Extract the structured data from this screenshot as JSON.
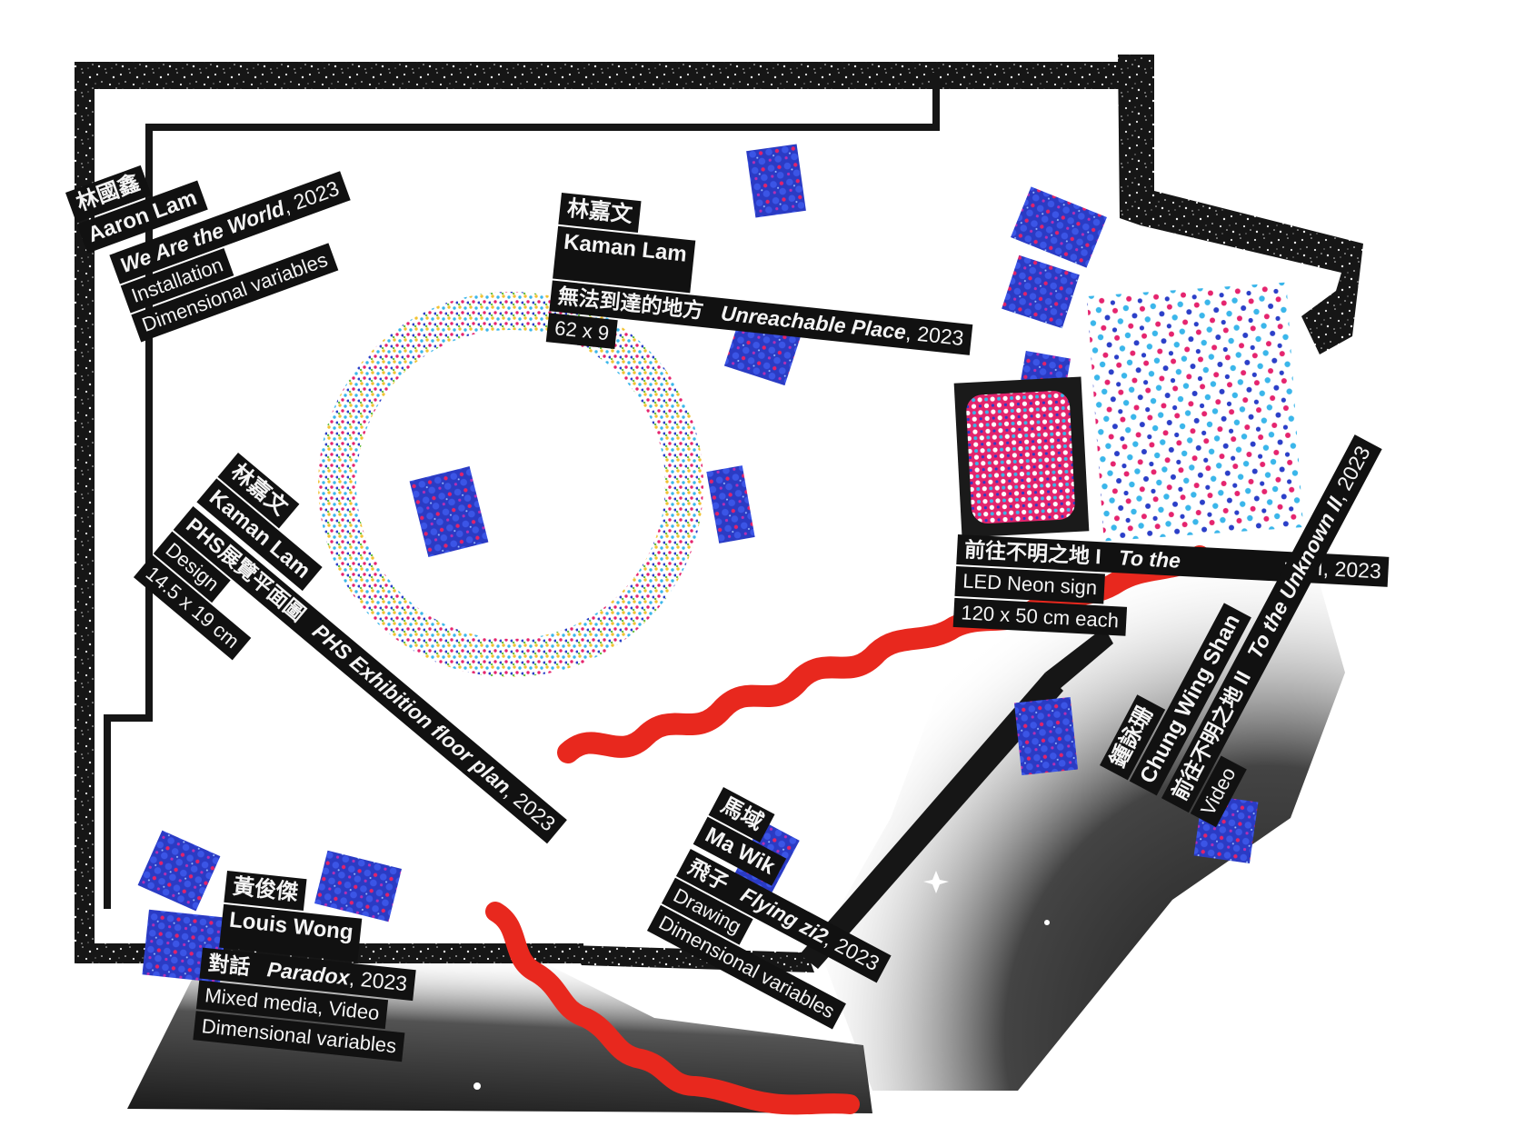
{
  "colors": {
    "black": "#141414",
    "red": "#e8281e",
    "blue": "#2b3fc8",
    "magenta": "#e5246e",
    "cyan": "#33b4ea",
    "white": "#ffffff"
  },
  "labels": {
    "aaron": {
      "name_zh": "林國鑫",
      "name_en": "Aaron Lam",
      "work": "We Are the World",
      "year": ", 2023",
      "medium": "Installation",
      "size": "Dimensional variables"
    },
    "kaman1": {
      "name_zh": "林嘉文",
      "name_en": "Kaman Lam",
      "work_zh": "無法到達的地方",
      "work": "Unreachable Place",
      "year": ", 2023",
      "size_fragment": "62 x 9"
    },
    "kaman2": {
      "name_zh": "林嘉文",
      "name_en": "Kaman Lam",
      "work_zh": "PHS展覽平面圖",
      "work": "PHS Exhibition floor plan",
      "year": ", 2023",
      "medium": "Design",
      "size": "14.5 x 19 cm"
    },
    "chung1": {
      "work_zh": "前往不明之地 I",
      "work_fragment": "To the",
      "work_tail": "wn I, 2023",
      "medium": "LED Neon sign",
      "size": "120 x 50 cm each"
    },
    "chung2": {
      "name_zh": "鍾詠珊",
      "name_en": "Chung Wing Shan",
      "work_zh": "前往不明之地 II",
      "work": "To the Unknown II",
      "year": ", 2023",
      "medium": "Video"
    },
    "mawik": {
      "name_zh": "馬域",
      "name_en": "Ma Wik",
      "work_zh": "飛子",
      "work": "Flying zi2",
      "year": ", 2023",
      "medium": "Drawing",
      "size": "Dimensional variables"
    },
    "louis": {
      "name_zh": "黃俊傑",
      "name_en": "Louis Wong",
      "work_zh": "對話",
      "work": "Paradox",
      "year": ", 2023",
      "medium": "Mixed media, Video",
      "size": "Dimensional variables"
    }
  }
}
